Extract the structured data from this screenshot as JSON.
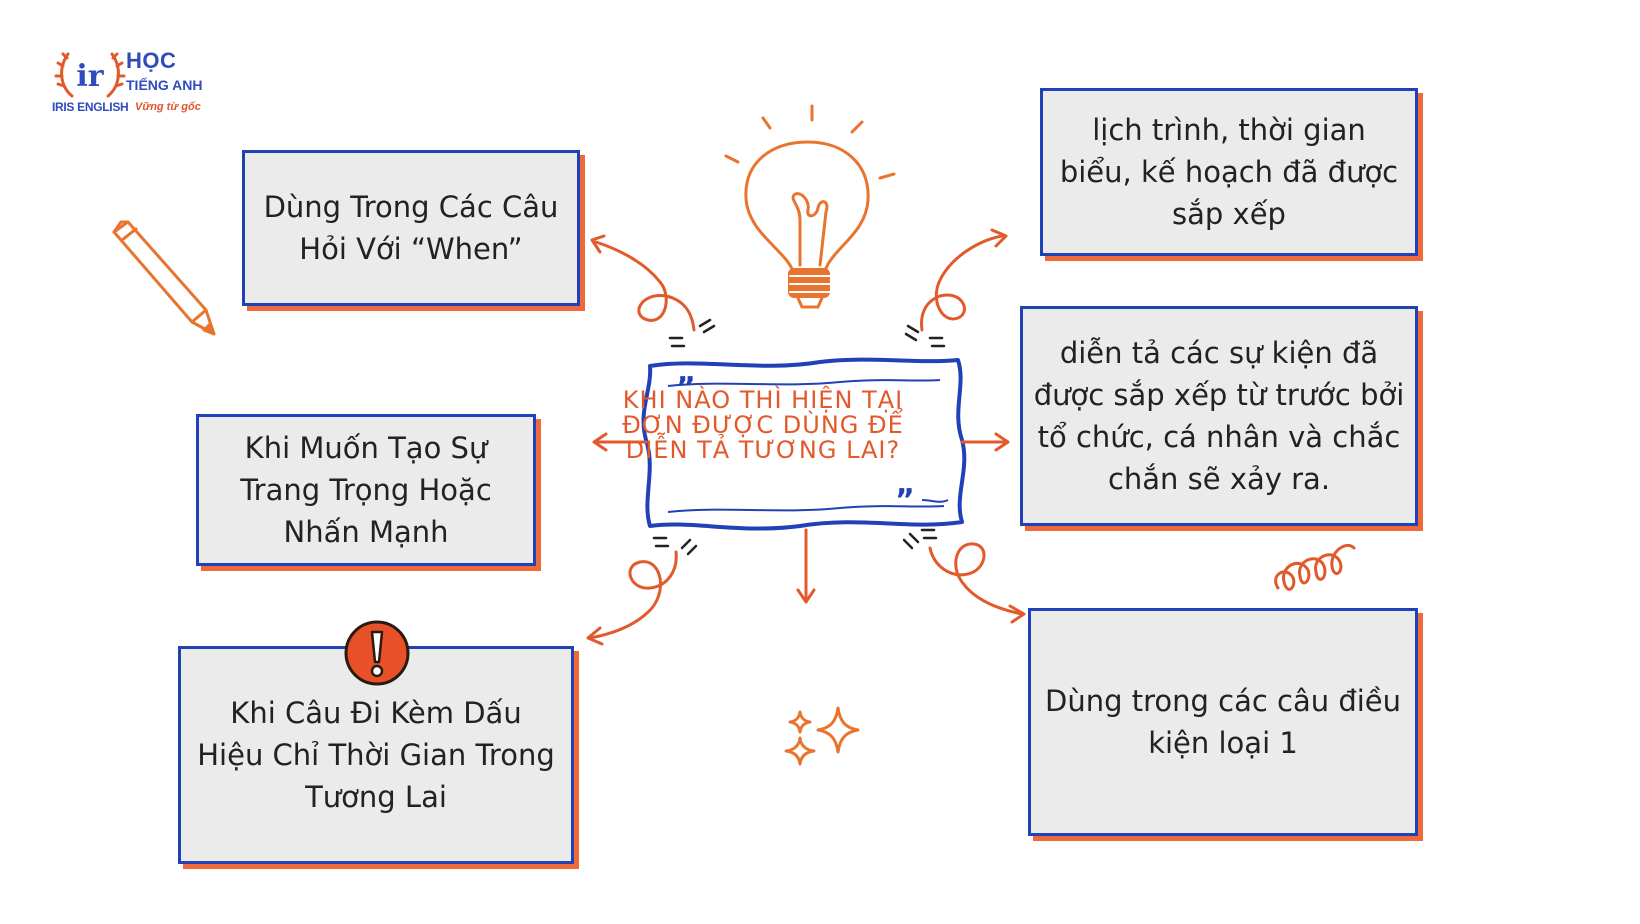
{
  "logo": {
    "hoc": "HỌC",
    "tieng_anh": "TIẾNG ANH",
    "brand": "IRIS ENGLISH",
    "tagline": "Vững từ gốc",
    "monogram": "ir"
  },
  "center": {
    "title": "KHI NÀO THÌ HIỆN TẠI ĐƠN ĐƯỢC DÙNG ĐỂ DIỄN TẢ TƯƠNG LAI?"
  },
  "nodes": {
    "when_questions": "Dùng Trong Các Câu Hỏi Với “When”",
    "formality": "Khi Muốn Tạo Sự Trang Trọng Hoặc Nhấn Mạnh",
    "time_signals": "Khi Câu Đi Kèm Dấu Hiệu Chỉ Thời Gian Trong Tương Lai",
    "schedules": "lịch trình, thời gian biểu, kế hoạch đã được sắp xếp",
    "arranged_events": "diễn tả các sự kiện đã được sắp xếp từ trước bởi tổ chức, cá nhân và chắc chắn sẽ xảy ra.",
    "conditional": "Dùng trong các câu điều kiện loại 1"
  },
  "colors": {
    "box_border": "#2141b6",
    "box_shadow": "#ef6a3a",
    "box_fill": "#ebebeb",
    "accent_orange": "#e2552c",
    "brand_blue": "#2f4bbd"
  },
  "icons": [
    "pencil-icon",
    "lightbulb-icon",
    "exclamation-icon",
    "sparkle-icon",
    "squiggle-icon"
  ]
}
